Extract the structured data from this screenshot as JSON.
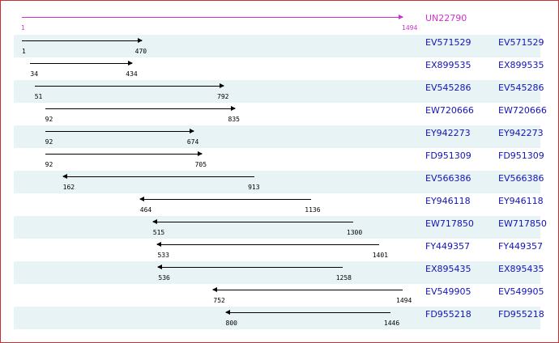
{
  "query": {
    "name": "UN22790",
    "start": "1",
    "end": "1494"
  },
  "hits": [
    {
      "id": "EV571529",
      "link": "EV571529",
      "start": "1",
      "end": "470",
      "s": 1,
      "e": 470,
      "dir": "right"
    },
    {
      "id": "EX899535",
      "link": "EX899535",
      "start": "34",
      "end": "434",
      "s": 34,
      "e": 434,
      "dir": "right"
    },
    {
      "id": "EV545286",
      "link": "EV545286",
      "start": "51",
      "end": "792",
      "s": 51,
      "e": 792,
      "dir": "right"
    },
    {
      "id": "EW720666",
      "link": "EW720666",
      "start": "92",
      "end": "835",
      "s": 92,
      "e": 835,
      "dir": "right"
    },
    {
      "id": "EY942273",
      "link": "EY942273",
      "start": "92",
      "end": "674",
      "s": 92,
      "e": 674,
      "dir": "right"
    },
    {
      "id": "FD951309",
      "link": "FD951309",
      "start": "92",
      "end": "705",
      "s": 92,
      "e": 705,
      "dir": "right"
    },
    {
      "id": "EV566386",
      "link": "EV566386",
      "start": "162",
      "end": "913",
      "s": 162,
      "e": 913,
      "dir": "left"
    },
    {
      "id": "EY946118",
      "link": "EY946118",
      "start": "464",
      "end": "1136",
      "s": 464,
      "e": 1136,
      "dir": "left"
    },
    {
      "id": "EW717850",
      "link": "EW717850",
      "start": "515",
      "end": "1300",
      "s": 515,
      "e": 1300,
      "dir": "left"
    },
    {
      "id": "FY449357",
      "link": "FY449357",
      "start": "533",
      "end": "1401",
      "s": 533,
      "e": 1401,
      "dir": "left"
    },
    {
      "id": "EX895435",
      "link": "EX895435",
      "start": "536",
      "end": "1258",
      "s": 536,
      "e": 1258,
      "dir": "left"
    },
    {
      "id": "EV549905",
      "link": "EV549905",
      "start": "752",
      "end": "1494",
      "s": 752,
      "e": 1494,
      "dir": "left"
    },
    {
      "id": "FD955218",
      "link": "FD955218",
      "start": "800",
      "end": "1446",
      "s": 800,
      "e": 1446,
      "dir": "left"
    }
  ],
  "colors": {
    "query": "#cc33cc",
    "link": "#1414b4",
    "shade": "#e8f3f6",
    "border": "#c83030"
  }
}
